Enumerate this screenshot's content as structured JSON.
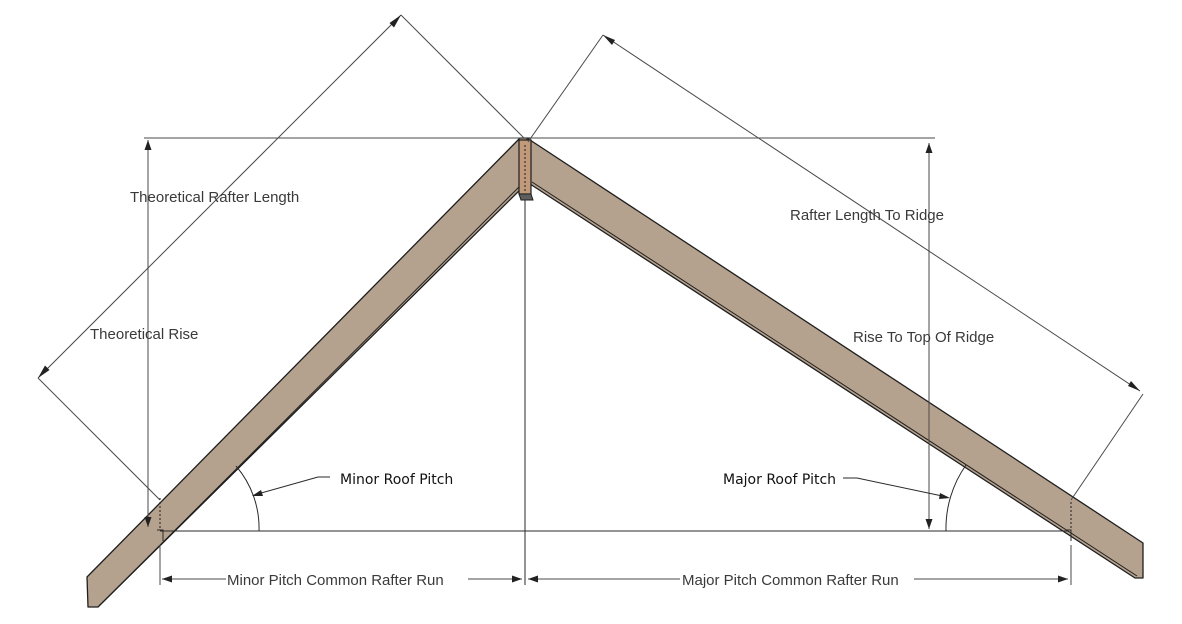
{
  "labels": {
    "theoretical_rafter_length": "Theoretical Rafter Length",
    "theoretical_rise": "Theoretical Rise",
    "rafter_length_to_ridge": "Rafter Length To Ridge",
    "rise_to_top_of_ridge": "Rise To Top Of Ridge",
    "minor_roof_pitch": "Minor Roof Pitch",
    "major_roof_pitch": "Major Roof Pitch",
    "minor_pitch_common_rafter_run": "Minor Pitch Common Rafter Run",
    "major_pitch_common_rafter_run": "Major Pitch Common Rafter Run"
  },
  "colors": {
    "rafter": "#b5a28e",
    "ridge_board": "#c09a7a",
    "ridge_end": "#5e5e5e",
    "outline": "#1e1e1e",
    "dimension_line": "#4a4a4a"
  }
}
